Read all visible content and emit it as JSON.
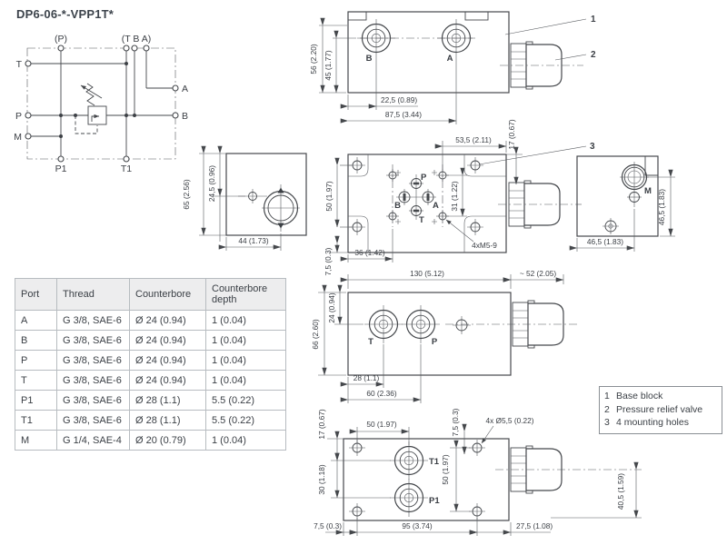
{
  "title": "DP6-06-*-VPP1T*",
  "colors": {
    "line": "#45484c",
    "text": "#3a3f45",
    "table_header_bg": "#ededee"
  },
  "schematic": {
    "top_p": "(P)",
    "top_tba": "(T B A)",
    "port_t": "T",
    "port_p": "P",
    "port_m": "M",
    "port_a": "A",
    "port_b": "B",
    "port_p1": "P1",
    "port_t1": "T1"
  },
  "callouts": {
    "c1": "1",
    "c2": "2",
    "c3": "3"
  },
  "top_view": {
    "label_b": "B",
    "label_a": "A",
    "dim_height": "56 (2.20)",
    "dim_port_height": "45 (1.77)",
    "dim_port_offset": "22,5 (0.89)",
    "dim_port_span": "87,5 (3.44)"
  },
  "mounting_view": {
    "label_p": "P",
    "label_b": "B",
    "label_a": "A",
    "label_t": "T",
    "dim_top": "53,5 (2.11)",
    "dim_knob": "17 (0.67)",
    "dim_holes_v": "50 (1.97)",
    "dim_ports_v": "31 (1.22)",
    "dim_bottom": "36 (1.42)",
    "dim_edge": "7,5 (0.3)",
    "thread_note": "4xM5-9"
  },
  "left_end_view": {
    "dim_height": "65 (2.56)",
    "dim_port": "24,5 (0.96)",
    "dim_width": "44 (1.73)"
  },
  "right_end_view": {
    "label_m": "M",
    "dim_width": "46,5 (1.83)",
    "dim_height": "46,5 (1.83)"
  },
  "front_view": {
    "label_t": "T",
    "label_p": "P",
    "dim_length": "130 (5.12)",
    "dim_knob": "~ 52 (2.05)",
    "dim_height": "66 (2.60)",
    "dim_port_v": "24 (0.94)",
    "dim_t_offset": "28 (1.1)",
    "dim_p_offset": "60 (2.36)"
  },
  "bottom_view": {
    "label_t1": "T1",
    "label_p1": "P1",
    "dim_top_edge": "17 (0.67)",
    "dim_top_span": "50 (1.97)",
    "dim_hole_edge": "7,5 (0.3)",
    "hole_note": "4x Ø5,5 (0.22)",
    "dim_ports": "30 (1.18)",
    "dim_holes_v": "50 (1.97)",
    "dim_knob_axis": "40,5 (1.59)",
    "dim_edge_left": "7,5 (0.3)",
    "dim_span": "95 (3.74)",
    "dim_right": "27,5 (1.08)"
  },
  "legend": {
    "items": [
      {
        "num": "1",
        "label": "Base block"
      },
      {
        "num": "2",
        "label": "Pressure relief valve"
      },
      {
        "num": "3",
        "label": "4 mounting holes"
      }
    ]
  },
  "ports_table": {
    "headers": [
      "Port",
      "Thread",
      "Counterbore",
      "Counterbore depth"
    ],
    "rows": [
      [
        "A",
        "G 3/8, SAE-6",
        "Ø 24 (0.94)",
        "1 (0.04)"
      ],
      [
        "B",
        "G 3/8, SAE-6",
        "Ø 24 (0.94)",
        "1 (0.04)"
      ],
      [
        "P",
        "G 3/8, SAE-6",
        "Ø 24 (0.94)",
        "1 (0.04)"
      ],
      [
        "T",
        "G 3/8, SAE-6",
        "Ø 24 (0.94)",
        "1 (0.04)"
      ],
      [
        "P1",
        "G 3/8, SAE-6",
        "Ø 28 (1.1)",
        "5.5 (0.22)"
      ],
      [
        "T1",
        "G 3/8, SAE-6",
        "Ø 28 (1.1)",
        "5.5 (0.22)"
      ],
      [
        "M",
        "G 1/4, SAE-4",
        "Ø 20 (0.79)",
        "1 (0.04)"
      ]
    ]
  }
}
